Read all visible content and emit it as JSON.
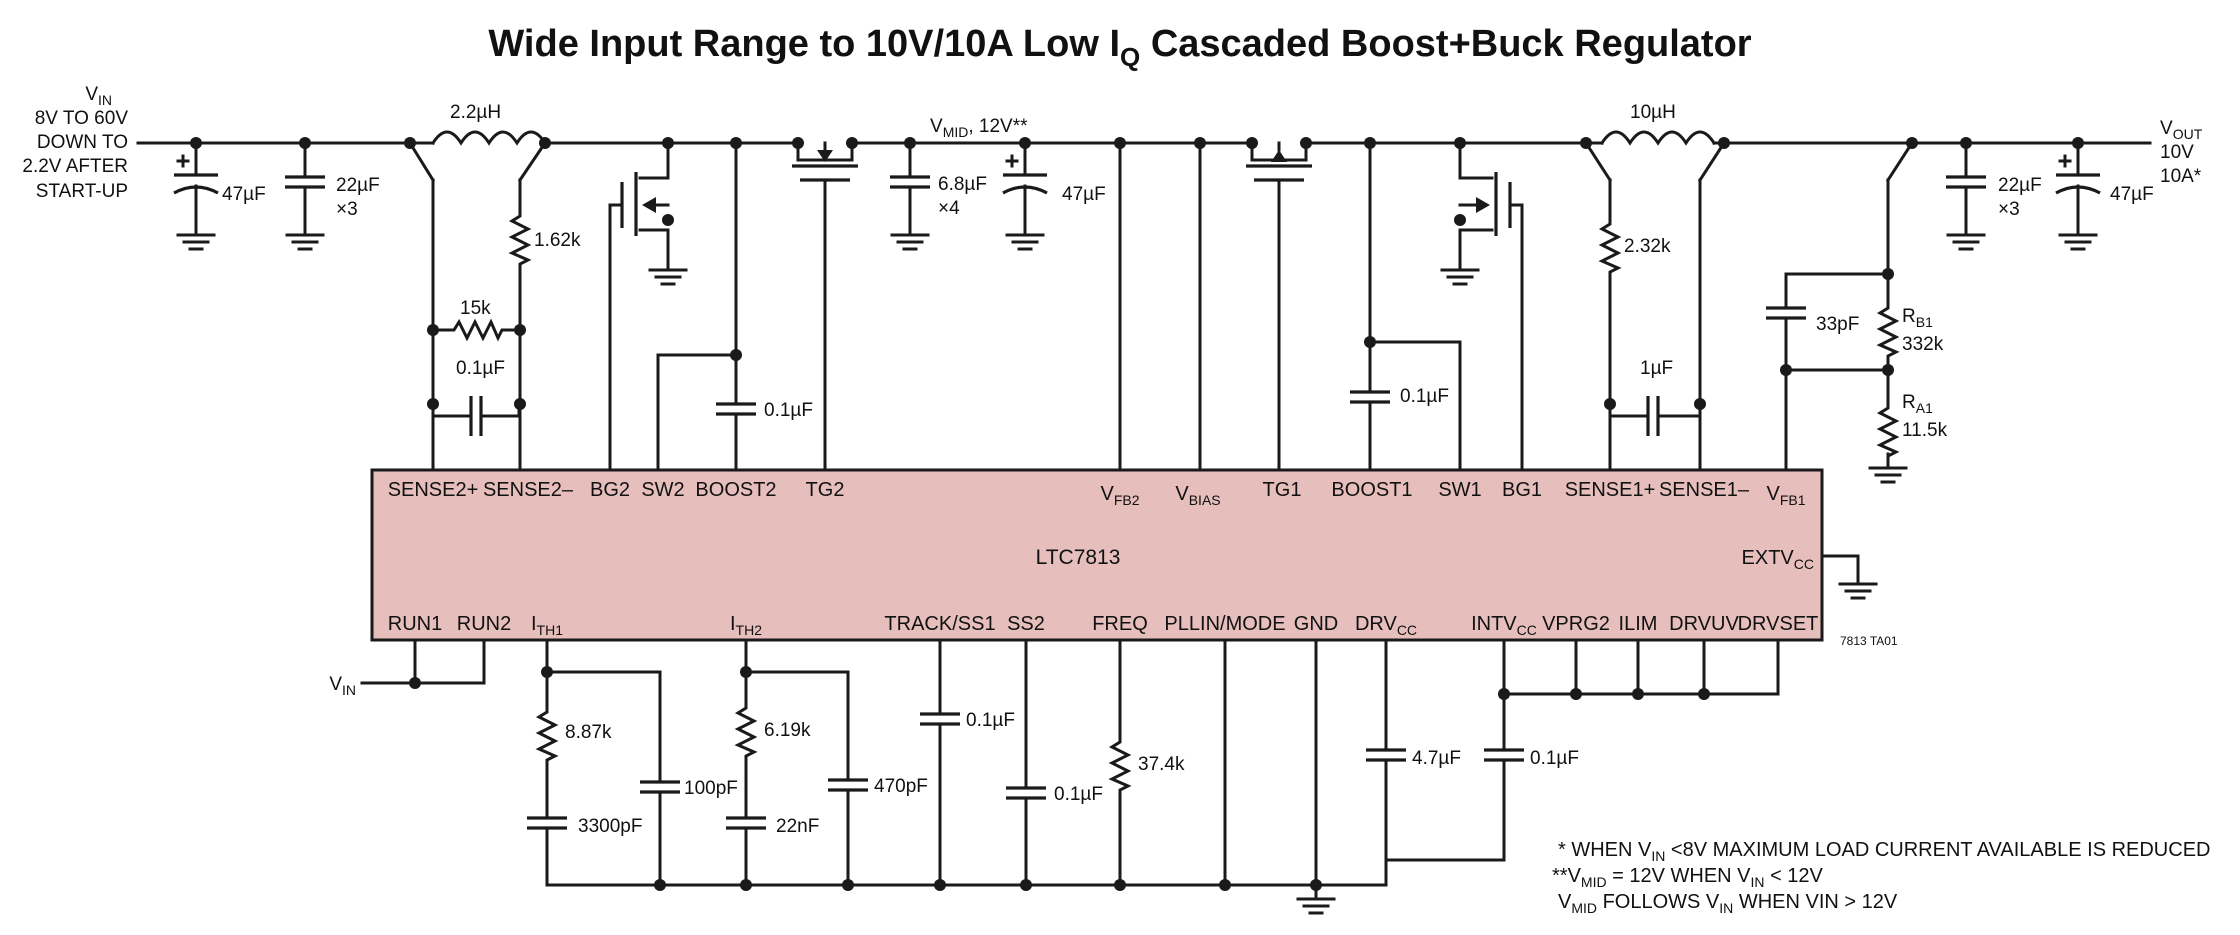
{
  "title": {
    "main": "Wide Input Range to 10V/10A Low I",
    "sub": "Q",
    "rest": " Cascaded Boost+Buck Regulator"
  },
  "input": {
    "name": "V",
    "sub": "IN",
    "lines": [
      "8V TO 60V",
      "DOWN TO",
      "2.2V AFTER",
      "START-UP"
    ]
  },
  "output": {
    "name": "V",
    "sub": "OUT",
    "lines": [
      "10V",
      "10A*"
    ]
  },
  "vmid": {
    "name": "V",
    "sub": "MID",
    "rest": ", 12V**"
  },
  "vin_run": {
    "name": "V",
    "sub": "IN"
  },
  "chip": {
    "name": "LTC7813",
    "color": "#e6bfbc",
    "top_pins": [
      "SENSE2+",
      "SENSE2–",
      "BG2",
      "SW2",
      "BOOST2",
      "TG2",
      "FB2",
      "BIAS",
      "TG1",
      "BOOST1",
      "SW1",
      "BG1",
      "SENSE1+",
      "SENSE1–",
      "FB1"
    ],
    "bottom_pins": [
      "RUN1",
      "RUN2",
      "TH1",
      "TH2",
      "TRACK/SS1",
      "SS2",
      "FREQ",
      "PLLIN/MODE",
      "GND",
      "CC",
      "CC",
      "VPRG2",
      "ILIM",
      "DRVUV",
      "DRVSET"
    ],
    "side_pin": "CC"
  },
  "sub_prefix": {
    "v": "V",
    "i": "I",
    "drv": "DRV",
    "intv": "INTV",
    "extv": "EXTV"
  },
  "components": {
    "c_in1": "47µF",
    "c_in2": "22µF",
    "c_in2_mult": "×3",
    "l_boost": "2.2µH",
    "r_sense2": "1.62k",
    "r_filt2": "15k",
    "c_filt2": "0.1µF",
    "c_boost2": "0.1µF",
    "c_mid1": "6.8µF",
    "c_mid1_mult": "×4",
    "c_mid2": "47µF",
    "c_boost1": "0.1µF",
    "l_buck": "10µH",
    "r_sense1": "2.32k",
    "c_filt1": "1µF",
    "c_fb": "33pF",
    "r_b1_name": "R",
    "r_b1_sub": "B1",
    "r_b1": "332k",
    "r_a1_name": "R",
    "r_a1_sub": "A1",
    "r_a1": "11.5k",
    "c_out1": "22µF",
    "c_out1_mult": "×3",
    "c_out2": "47µF",
    "r_ith1": "8.87k",
    "c_ith1": "3300pF",
    "c_ith1b": "100pF",
    "r_ith2": "6.19k",
    "c_ith2": "22nF",
    "c_ith2b": "470pF",
    "c_ss1": "0.1µF",
    "c_ss2": "0.1µF",
    "r_freq": "37.4k",
    "c_drvcc": "4.7µF",
    "c_intvcc": "0.1µF"
  },
  "notes": {
    "n1": {
      "a": "* WHEN V",
      "s": "IN",
      "b": " <8V MAXIMUM LOAD CURRENT AVAILABLE IS REDUCED"
    },
    "n2": {
      "a": "**V",
      "s": "MID",
      "b": " = 12V WHEN V",
      "s2": "IN",
      "c": " < 12V"
    },
    "n3": {
      "a": "V",
      "s": "MID",
      "b": " FOLLOWS V",
      "s2": "IN",
      "c": " WHEN VIN > 12V"
    }
  },
  "figure_id": "7813 TA01"
}
